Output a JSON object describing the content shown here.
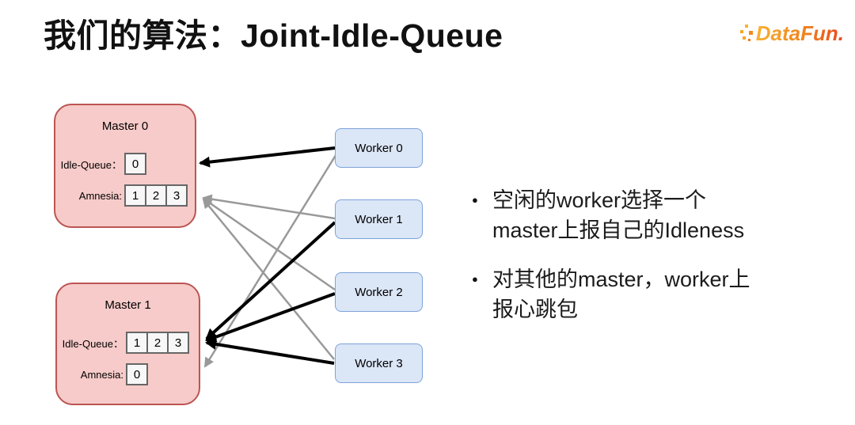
{
  "title": "我们的算法：Joint-Idle-Queue",
  "logo": {
    "text": "DataFun."
  },
  "diagram": {
    "masters": [
      {
        "name": "Master 0",
        "idle_queue_label": "Idle-Queue：",
        "idle_queue": [
          "0"
        ],
        "amnesia_label": "Amnesia:",
        "amnesia": [
          "1",
          "2",
          "3"
        ]
      },
      {
        "name": "Master 1",
        "idle_queue_label": "Idle-Queue：",
        "idle_queue": [
          "1",
          "2",
          "3"
        ],
        "amnesia_label": "Amnesia:",
        "amnesia": [
          "0"
        ]
      }
    ],
    "workers": [
      {
        "name": "Worker 0"
      },
      {
        "name": "Worker 1"
      },
      {
        "name": "Worker 2"
      },
      {
        "name": "Worker 3"
      }
    ],
    "edges": {
      "idleness_reports_black": [
        "Worker 0 → Master 0",
        "Worker 1 → Master 1",
        "Worker 2 → Master 1",
        "Worker 3 → Master 1"
      ],
      "heartbeats_gray": [
        "Worker 1 → Master 0",
        "Worker 2 → Master 0",
        "Worker 3 → Master 0",
        "Worker 0 → Master 1"
      ]
    }
  },
  "bullets": [
    {
      "lines": [
        "空闲的worker选择一个",
        "master上报自己的Idleness"
      ]
    },
    {
      "lines": [
        "对其他的master，worker上",
        "报心跳包"
      ]
    }
  ],
  "colors": {
    "master_fill": "#f6cbc9",
    "master_stroke": "#bb5553",
    "worker_fill": "#dbe6f7",
    "worker_stroke": "#7da3d8",
    "cell_fill": "#f7f7f7",
    "cell_stroke": "#666666",
    "arrow_black": "#000000",
    "arrow_gray": "#999999",
    "text": "#1d1d1f"
  }
}
